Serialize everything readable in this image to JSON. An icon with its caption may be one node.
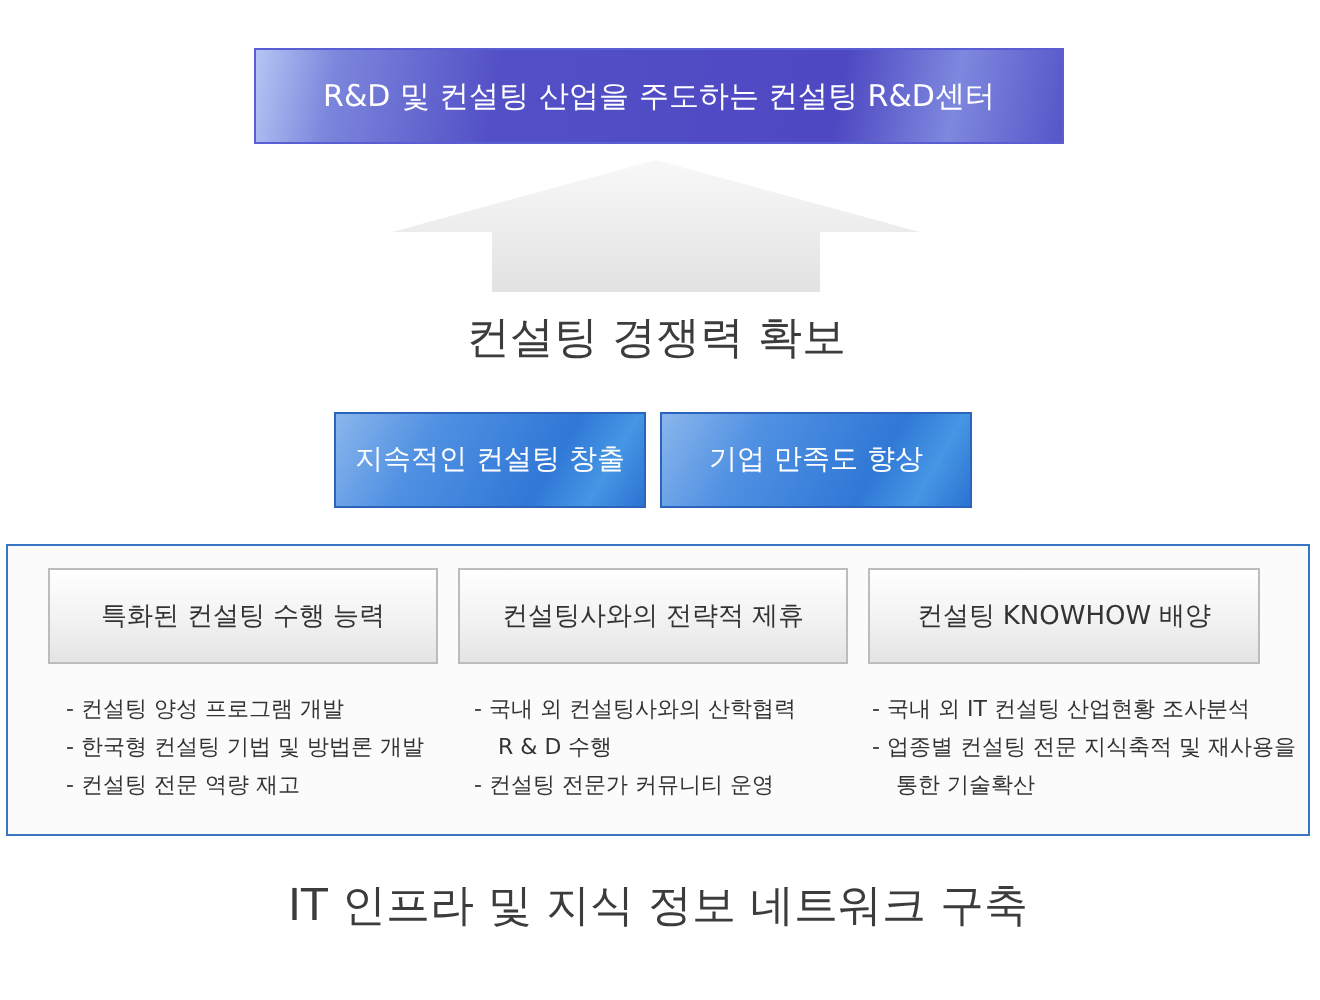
{
  "diagram": {
    "nodes": [
      {
        "text": [
          "R&D 및 컨설팅 산업을 주도하는 컨설팅 R&D센터"
        ]
      },
      {
        "text": [
          "컨설팅 경쟁력 확보"
        ]
      },
      {
        "text": [
          "지속적인 컨설팅 창출"
        ]
      },
      {
        "text": [
          "기업 만족도 향상"
        ]
      },
      {
        "text": [
          "IT 인프라 및 지식 정보 네트워크 구축"
        ]
      },
      {
        "text": [
          "특화된 컨설팅 수행 능력"
        ],
        "in": 4,
        "beside": [
          "- 컨설팅 양성 프로그램 개발",
          "- 한국형 컨설팅 기법 및 방법론 개발",
          "- 컨설팅 전문 역량 재고"
        ]
      },
      {
        "text": [
          "컨설팅사와의 전략적 제휴"
        ],
        "in": 4,
        "beside": [
          "- 국내 외 컨설팅사와의 산학협력 R & D 수행",
          "- 컨설팅 전문가 커뮤니티 운영"
        ]
      },
      {
        "text": [
          "컨설팅 KNOWHOW 배양"
        ],
        "in": 4,
        "beside": [
          "- 국내 외 IT 컨설팅 산업현황 조사분석",
          "- 업종별 컨설팅 전문 지식축적 및 재사용을 통한 기술확산"
        ]
      }
    ],
    "edges": [
      {
        "from": 1,
        "to": 0,
        "arrow": "to"
      }
    ]
  }
}
